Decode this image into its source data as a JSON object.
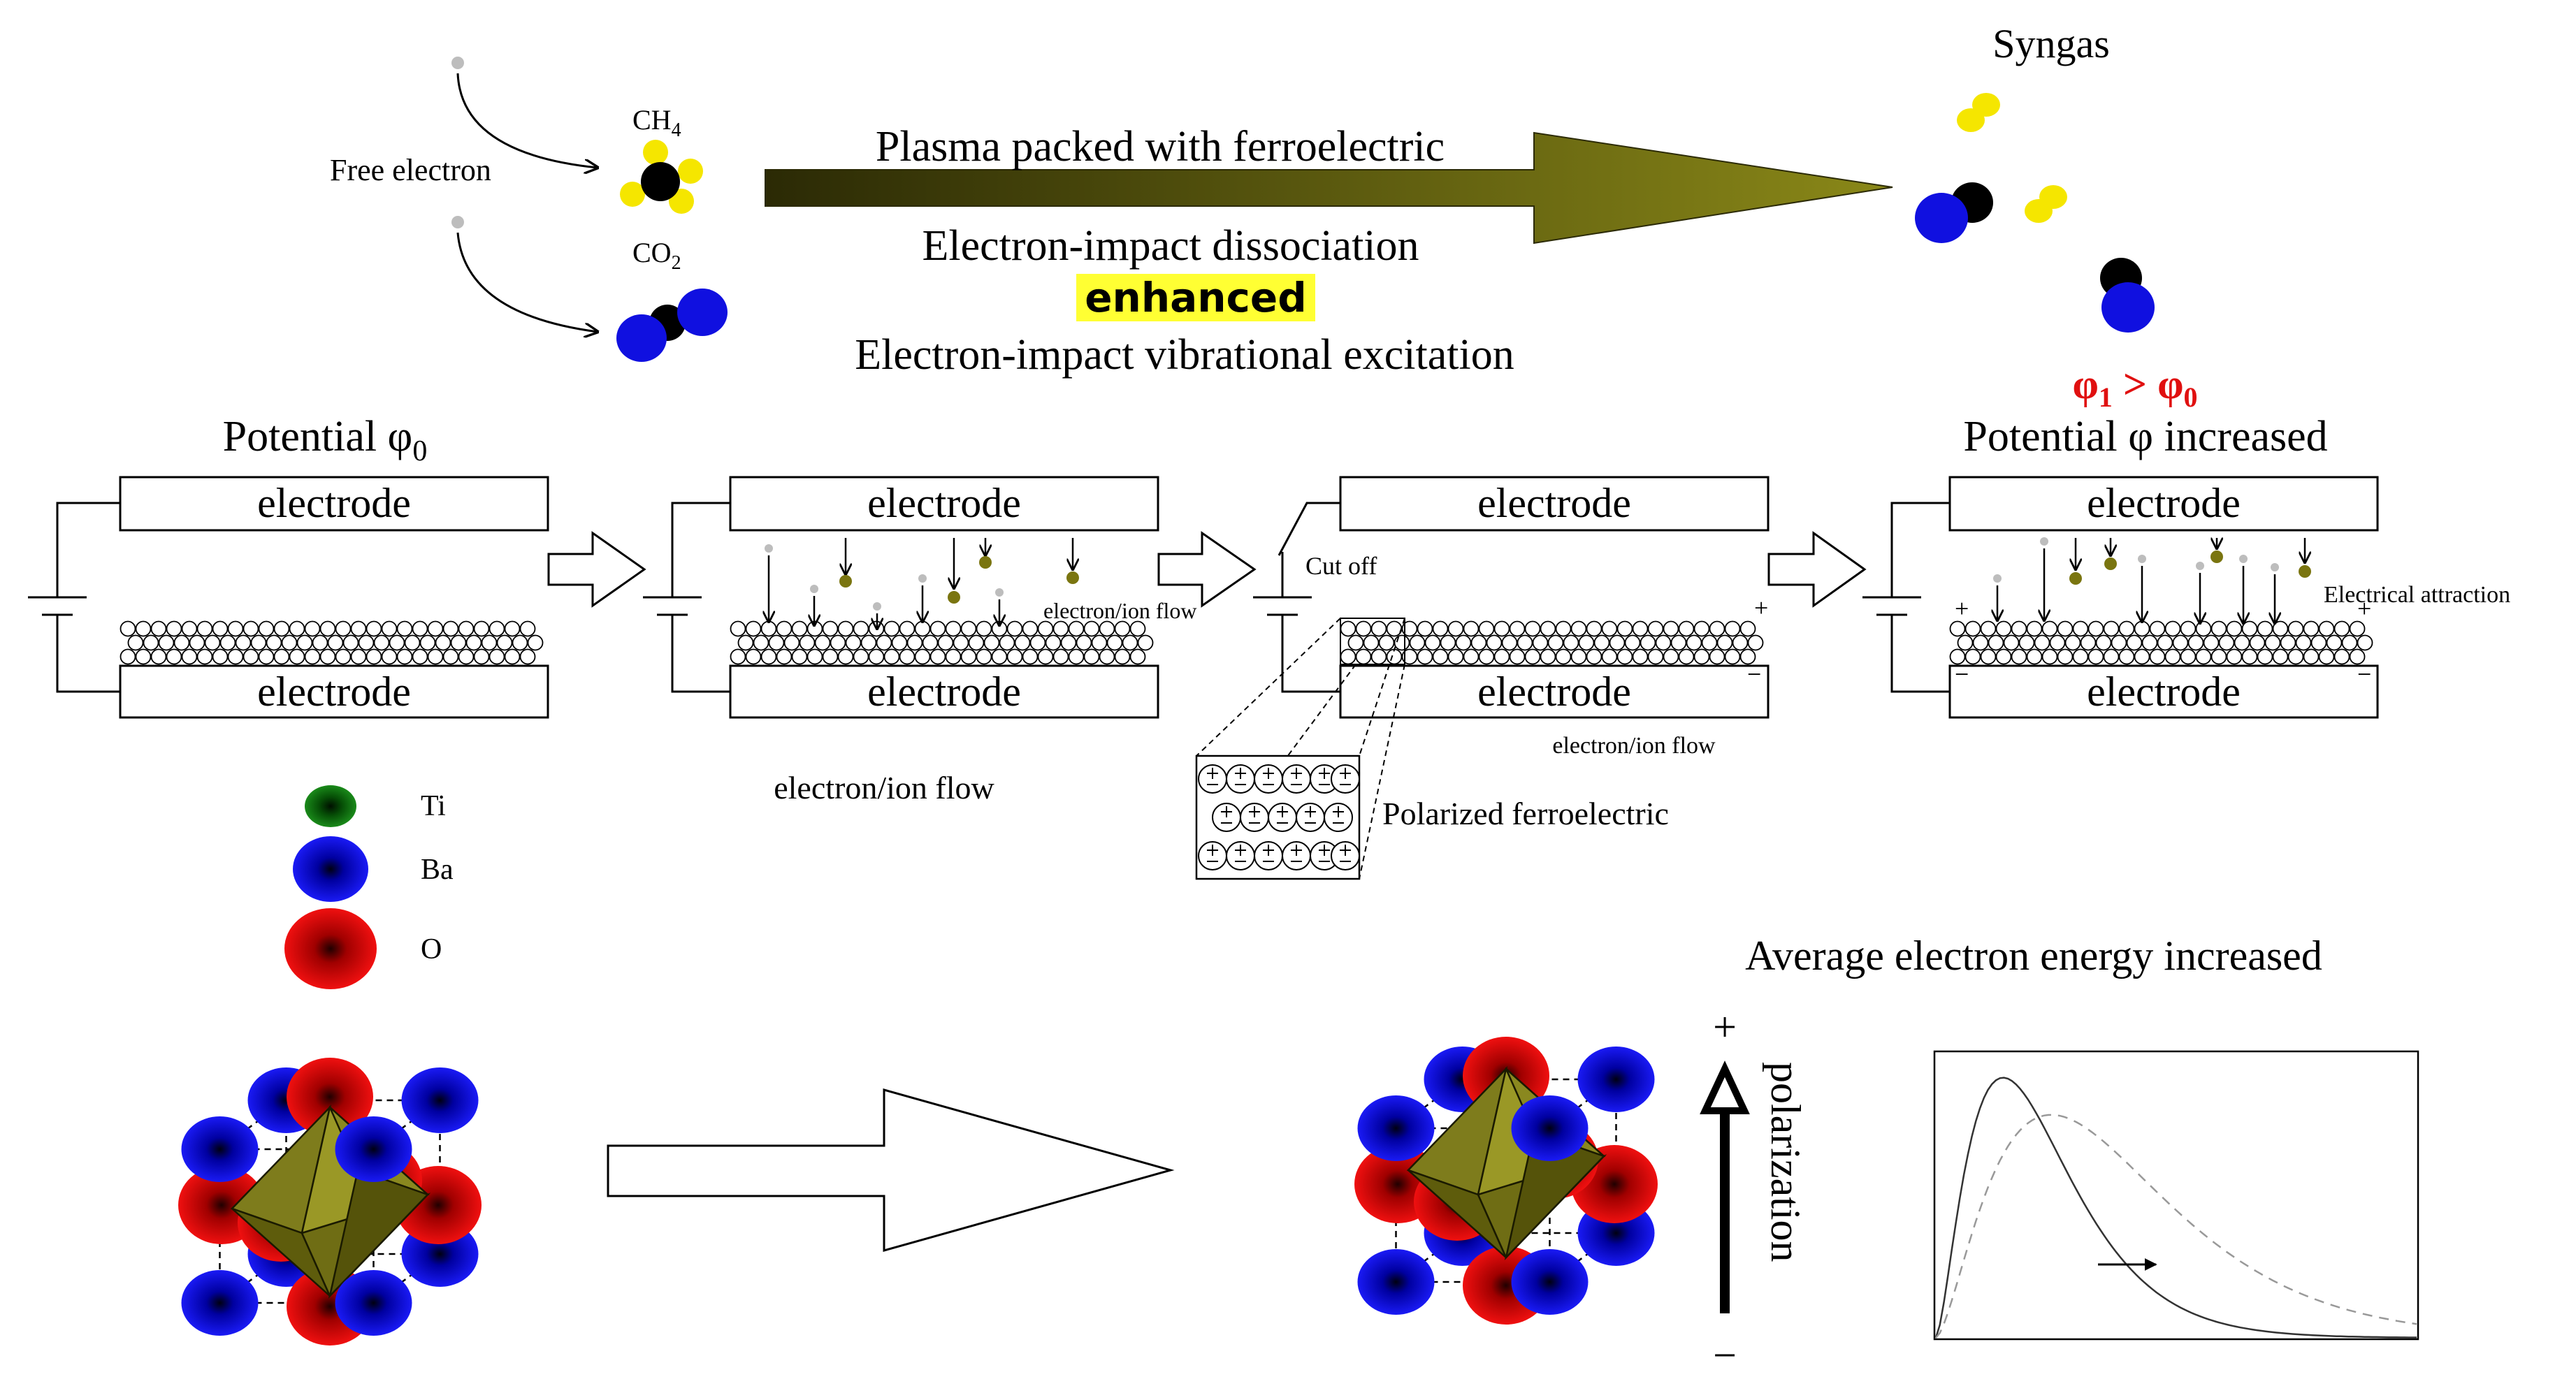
{
  "top": {
    "free_electron": "Free electron",
    "ch4_main": "CH",
    "ch4_sub": "4",
    "co2_main": "CO",
    "co2_sub": "2",
    "arrow_label": "Plasma packed with ferroelectric",
    "dissociation": "Electron-impact dissociation",
    "enhanced": "enhanced",
    "vibrational": "Electron-impact vibrational excitation",
    "syngas": "Syngas",
    "phi_compare_a": "φ",
    "phi_compare_a_sub": "1",
    "phi_compare_op": " > ",
    "phi_compare_b": "φ",
    "phi_compare_b_sub": "0"
  },
  "panels": {
    "p1_title": "Potential φ",
    "p1_title_sub": "0",
    "p4_title": "Potential φ increased",
    "electrode_label": "electrode",
    "flow_label_mid": "electron/ion flow",
    "flow_label_p2": "electron/ion flow",
    "cut_off": "Cut off",
    "flow_label_p3": "electron/ion flow",
    "polarized": "Polarized ferroelectric",
    "attraction": "Electrical attraction"
  },
  "legend": {
    "ti": "Ti",
    "ba": "Ba",
    "o": "O"
  },
  "bottom": {
    "avg_energy": "Average electron energy increased",
    "polarization": "polarization",
    "plus": "+",
    "minus": "−"
  },
  "colors": {
    "ba": "#1010d0",
    "o": "#e01010",
    "ti": "#0a6a0a",
    "hydrogen": "#f5e600",
    "carbon": "#000000",
    "octahedron": "#6b6b12",
    "arrow_olive": "#6d6b12",
    "highlight": "#ffff33",
    "phi_red": "#e01010"
  }
}
